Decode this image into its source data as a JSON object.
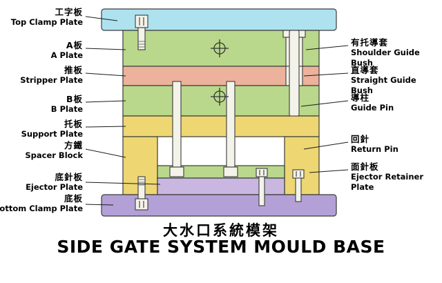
{
  "title": {
    "zh": "大水口系統模架",
    "en": "SIDE GATE SYSTEM MOULD BASE"
  },
  "left_labels": [
    {
      "zh": "工字板",
      "en": "Top Clamp Plate"
    },
    {
      "zh": "A板",
      "en": "A Plate"
    },
    {
      "zh": "推板",
      "en": "Stripper Plate"
    },
    {
      "zh": "B板",
      "en": "B Plate"
    },
    {
      "zh": "托板",
      "en": "Support Plate"
    },
    {
      "zh": "方鐵",
      "en": "Spacer Block"
    },
    {
      "zh": "底針板",
      "en": "Ejector Plate"
    },
    {
      "zh": "底板",
      "en": "Bottom Clamp Plate"
    }
  ],
  "right_labels": [
    {
      "zh": "有托導套",
      "en": "Shoulder Guide Bush"
    },
    {
      "zh": "直導套",
      "en": "Straight Guide Bush"
    },
    {
      "zh": "導柱",
      "en": "Guide Pin"
    },
    {
      "zh": "回針",
      "en": "Return Pin"
    },
    {
      "zh": "面針板",
      "en": "Ejector Retainer Plate"
    }
  ],
  "colors": {
    "top_clamp": "#aee2ef",
    "green_plate": "#b9d88b",
    "stripper": "#edb29b",
    "yellow_plate": "#eed672",
    "ejector": "#c9b7e2",
    "bottom_clamp": "#b2a0d6",
    "metal": "#f3f3ea"
  }
}
